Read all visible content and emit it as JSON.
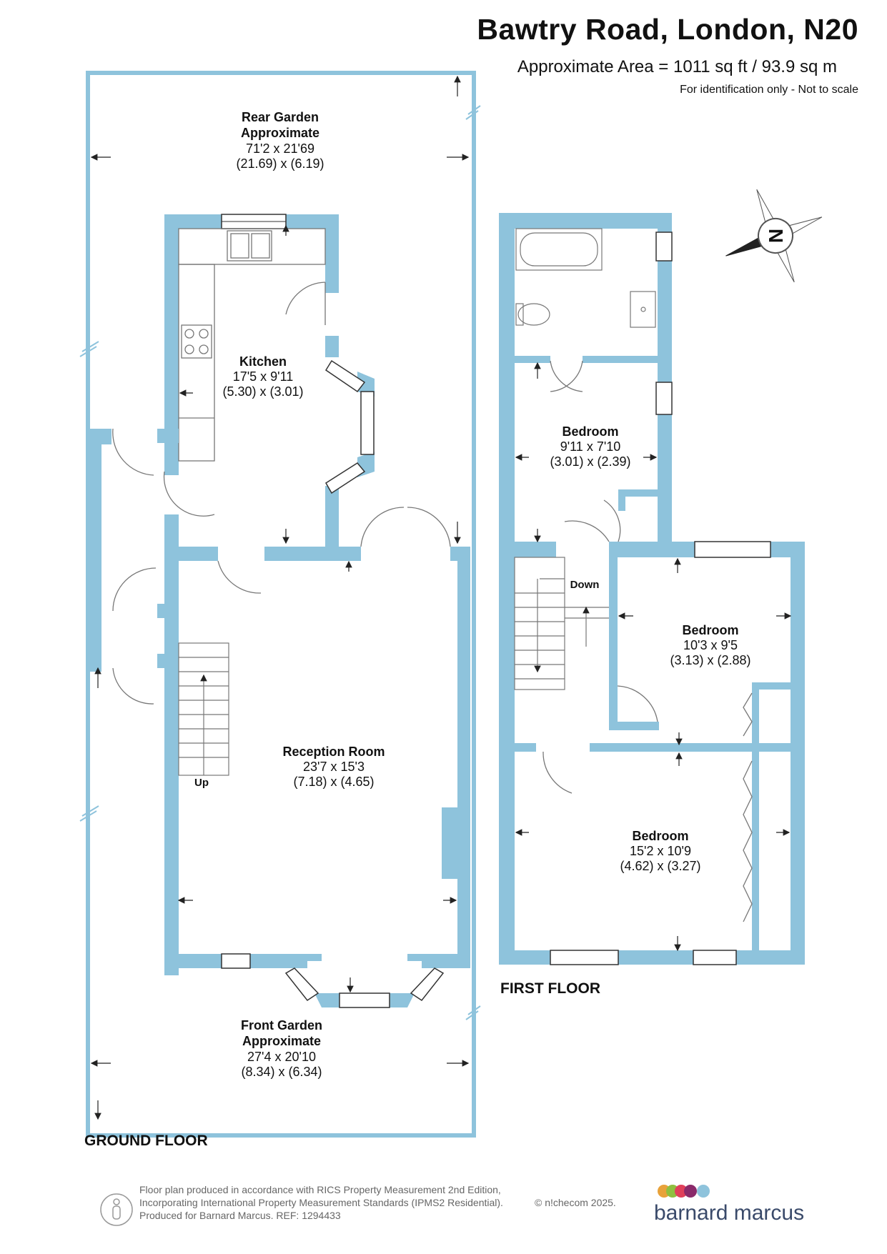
{
  "header": {
    "title": "Bawtry Road, London, N20",
    "area": "Approximate Area = 1011 sq ft / 93.9 sq m",
    "note": "For identification only - Not to scale"
  },
  "compass": {
    "label": "N"
  },
  "ground_floor": {
    "label": "GROUND FLOOR",
    "rear_garden": {
      "name1": "Rear Garden",
      "name2": "Approximate",
      "imperial": "71'2 x 21'69",
      "metric": "(21.69) x (6.19)"
    },
    "kitchen": {
      "name": "Kitchen",
      "imperial": "17'5 x 9'11",
      "metric": "(5.30) x (3.01)"
    },
    "reception": {
      "name": "Reception Room",
      "imperial": "23'7 x 15'3",
      "metric": "(7.18) x (4.65)"
    },
    "stairs_label": "Up",
    "front_garden": {
      "name1": "Front Garden",
      "name2": "Approximate",
      "imperial": "27'4 x 20'10",
      "metric": "(8.34) x (6.34)"
    }
  },
  "first_floor": {
    "label": "FIRST FLOOR",
    "bedroom1": {
      "name": "Bedroom",
      "imperial": "9'11 x 7'10",
      "metric": "(3.01) x (2.39)"
    },
    "bedroom2": {
      "name": "Bedroom",
      "imperial": "10'3 x 9'5",
      "metric": "(3.13) x (2.88)"
    },
    "bedroom3": {
      "name": "Bedroom",
      "imperial": "15'2 x 10'9",
      "metric": "(4.62) x (3.27)"
    },
    "stairs_label": "Down"
  },
  "footer": {
    "line1": "Floor plan produced in accordance with RICS Property Measurement 2nd Edition,",
    "line2": "Incorporating International Property Measurement Standards (IPMS2 Residential).",
    "copyright": "© n!checom 2025.",
    "line3": "Produced for Barnard Marcus.   REF:  1294433",
    "brand": "barnard marcus"
  },
  "colors": {
    "wall": "#8ec3dc",
    "text": "#111111",
    "brand_text": "#3a4a6a"
  }
}
